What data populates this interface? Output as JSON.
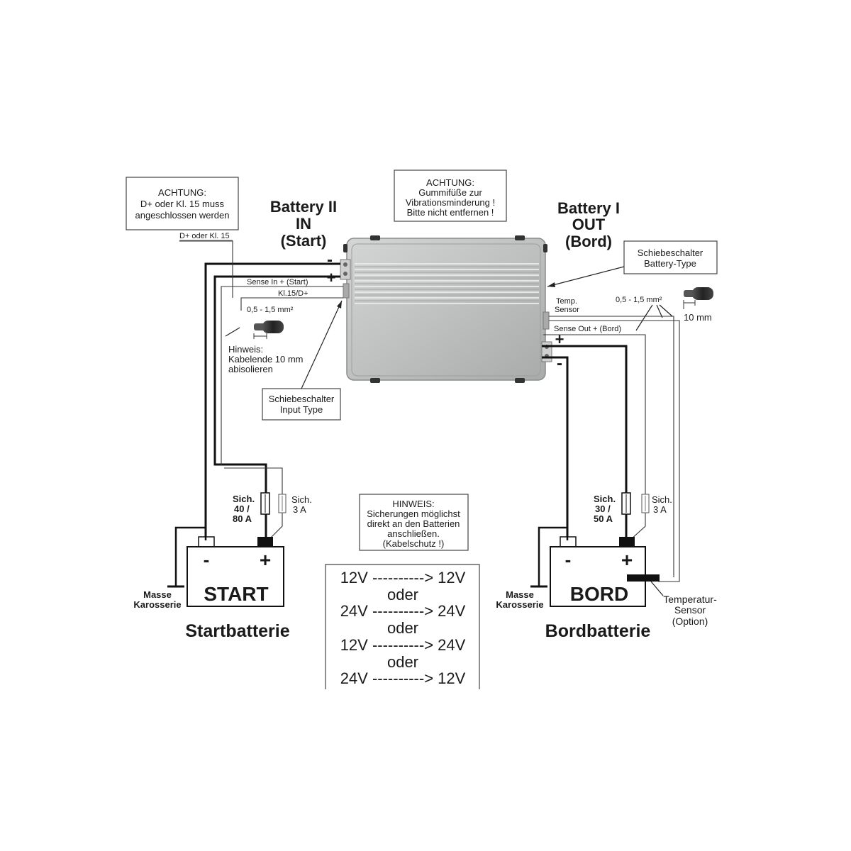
{
  "warning_dplus": {
    "line1": "ACHTUNG:",
    "line2": "D+ oder Kl. 15 muss",
    "line3": "angeschlossen werden"
  },
  "warning_feet": {
    "line1": "ACHTUNG:",
    "line2": "Gummifüße zur",
    "line3": "Vibrationsminderung !",
    "line4": "Bitte nicht entfernen !"
  },
  "input_side": {
    "line1": "Battery II",
    "line2": "IN",
    "line3": "(Start)"
  },
  "output_side": {
    "line1": "Battery I",
    "line2": "OUT",
    "line3": "(Bord)"
  },
  "switch_battery_type": {
    "line1": "Schiebeschalter",
    "line2": "Battery-Type"
  },
  "switch_input_type": {
    "line1": "Schiebeschalter",
    "line2": "Input Type"
  },
  "wire_labels": {
    "dplus": "D+ oder Kl. 15",
    "sense_in": "Sense In + (Start)",
    "kl15": "Kl.15/D+",
    "cross_left": "0,5 - 1,5 mm²",
    "temp_sensor_1": "Temp.",
    "temp_sensor_2": "Sensor",
    "cross_right": "0,5 - 1,5 mm²",
    "strip_right": "10 mm",
    "sense_out": "Sense Out + (Bord)"
  },
  "terminals": {
    "minus": "-",
    "plus": "+"
  },
  "hint_strip": {
    "line1": "Hinweis:",
    "line2": "Kabelende 10 mm",
    "line3": "abisolieren"
  },
  "fuses_left": {
    "main_1": "Sich.",
    "main_2": "40 /",
    "main_3": "80 A",
    "small_1": "Sich.",
    "small_2": "3 A"
  },
  "fuses_right": {
    "main_1": "Sich.",
    "main_2": "30 /",
    "main_3": "50 A",
    "small_1": "Sich.",
    "small_2": "3 A"
  },
  "hint_fuses": {
    "line1": "HINWEIS:",
    "line2": "Sicherungen möglichst",
    "line3": "direkt an den Batterien",
    "line4": "anschließen.",
    "line5": "(Kabelschutz !)"
  },
  "battery_start": {
    "label": "START",
    "minus": "-",
    "plus": "+",
    "caption": "Startbatterie"
  },
  "battery_bord": {
    "label": "BORD",
    "minus": "-",
    "plus": "+",
    "caption": "Bordbatterie"
  },
  "ground_left": {
    "line1": "Masse",
    "line2": "Karosserie"
  },
  "ground_right": {
    "line1": "Masse",
    "line2": "Karosserie"
  },
  "temp_sensor": {
    "line1": "Temperatur-",
    "line2": "Sensor",
    "line3": "(Option)"
  },
  "voltage_table": {
    "row1": "12V ----------> 12V",
    "sep1": "oder",
    "row2": "24V ----------> 24V",
    "sep2": "oder",
    "row3": "12V ----------> 24V",
    "sep3": "oder",
    "row4": "24V ----------> 12V"
  },
  "colors": {
    "device_body": "#bfc0c0",
    "device_edge": "#8a8b8b",
    "wire": "#111111",
    "box_border": "#444444"
  }
}
